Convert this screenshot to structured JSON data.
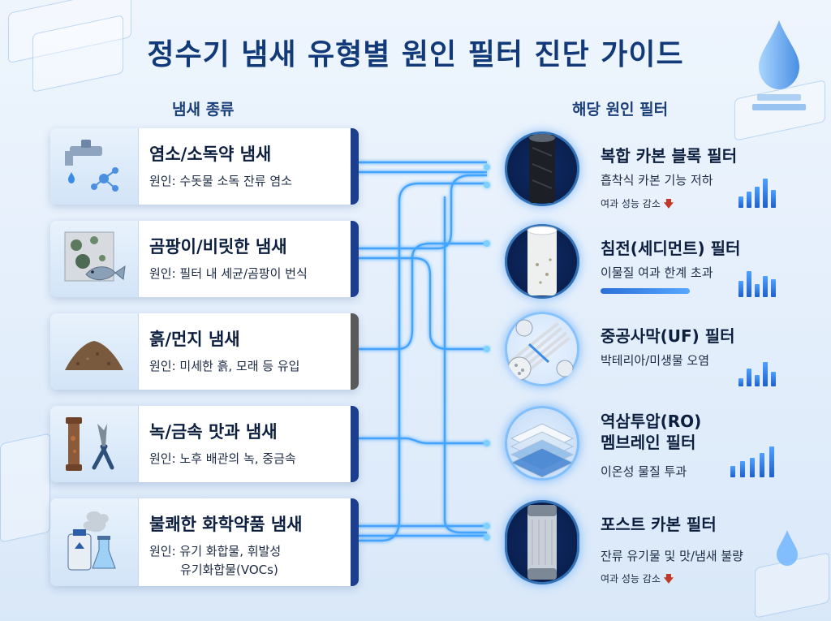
{
  "title": "정수기 냄새 유형별 원인 필터 진단 가이드",
  "left_header": "냄새 종류",
  "right_header": "해당 원인 필터",
  "odors": [
    {
      "name": "염소/소독약 냄새",
      "cause": "원인: 수돗물 소독 잔류 염소",
      "cause2": "",
      "icon": "faucet-icon"
    },
    {
      "name": "곰팡이/비릿한 냄새",
      "cause": "원인: 필터 내 세균/곰팡이 번식",
      "cause2": "",
      "icon": "mold-fish-icon"
    },
    {
      "name": "흙/먼지 냄새",
      "cause": "원인: 미세한 흙, 모래 등 유입",
      "cause2": "",
      "icon": "soil-pile-icon"
    },
    {
      "name": "녹/금속 맛과 냄새",
      "cause": "원인: 노후 배관의 녹, 중금속",
      "cause2": "",
      "icon": "rusty-pipe-icon"
    },
    {
      "name": "불쾌한 화학약품 냄새",
      "cause": "원인: 유기 화합물, 휘발성",
      "cause2": "유기화합물(VOCs)",
      "icon": "chemical-bottles-icon"
    }
  ],
  "filters": [
    {
      "name": "복합 카본 블록 필터",
      "desc": "흡착식 카본 기능 저하",
      "sub": "여과 성능 감소",
      "sub_arrow": "🡇",
      "icon": "carbon-block-filter-icon"
    },
    {
      "name": "침전(세디먼트) 필터",
      "desc": "이물질 여과 한계 초과",
      "sub": "",
      "sub_arrow": "",
      "icon": "sediment-filter-icon"
    },
    {
      "name": "중공사막(UF) 필터",
      "desc": "박테리아/미생물 오염",
      "sub": "",
      "sub_arrow": "",
      "icon": "uf-fiber-filter-icon"
    },
    {
      "name": "역삼투압(RO)",
      "name2": "멤브레인 필터",
      "desc": "이온성 물질 투과",
      "sub": "",
      "sub_arrow": "",
      "icon": "ro-membrane-icon"
    },
    {
      "name": "포스트 카본 필터",
      "desc": "잔류 유기물 및 맛/냄새 불량",
      "sub": "여과 성능 감소",
      "sub_arrow": "🡇",
      "icon": "post-carbon-filter-icon"
    }
  ],
  "colors": {
    "title": "#123a78",
    "accent": "#1b3f8e",
    "glow": "#3aa0ff",
    "down_arrow": "#c0392b"
  }
}
